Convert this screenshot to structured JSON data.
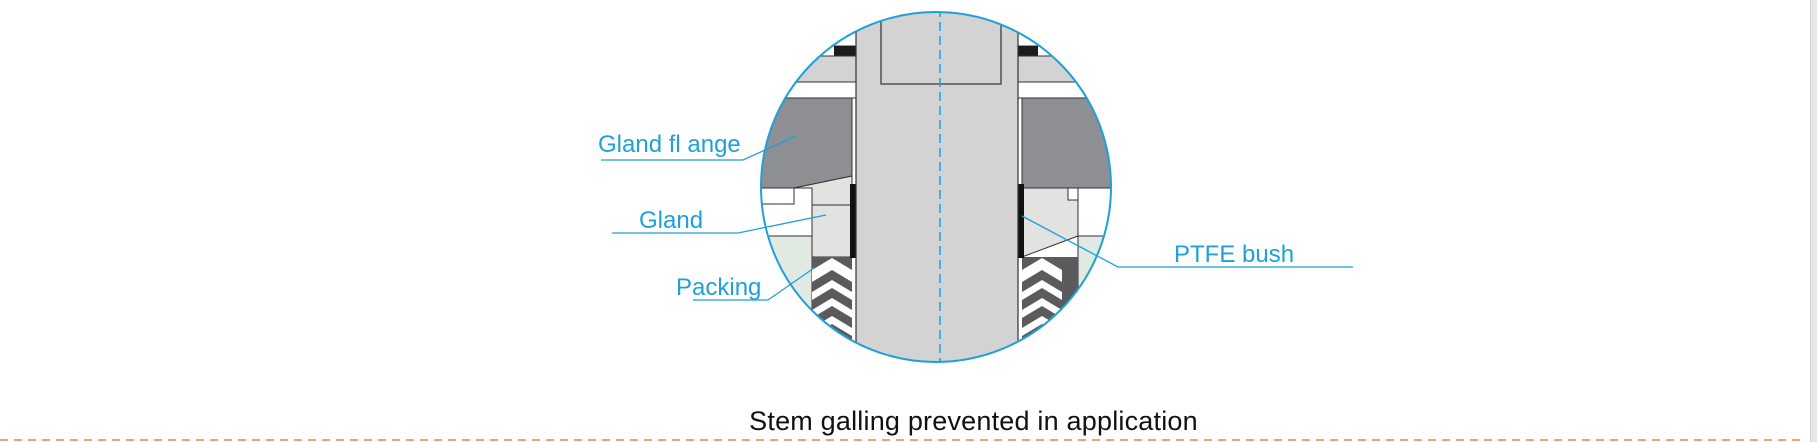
{
  "diagram": {
    "callouts": [
      {
        "id": "gland-flange",
        "label": "Gland fl ange"
      },
      {
        "id": "gland",
        "label": "Gland"
      },
      {
        "id": "packing",
        "label": "Packing"
      },
      {
        "id": "ptfe-bush",
        "label": "PTFE bush"
      }
    ],
    "caption": "Stem galling prevented in application"
  },
  "colors": {
    "accent": "#1fa0d8",
    "flange": "#8e8f93",
    "light_metal": "#d2d2d2",
    "gland": "#e2e2e0",
    "stem": "#d3d3d3",
    "packing_bg": "#e0eae2",
    "divider": "#e58a3a"
  }
}
